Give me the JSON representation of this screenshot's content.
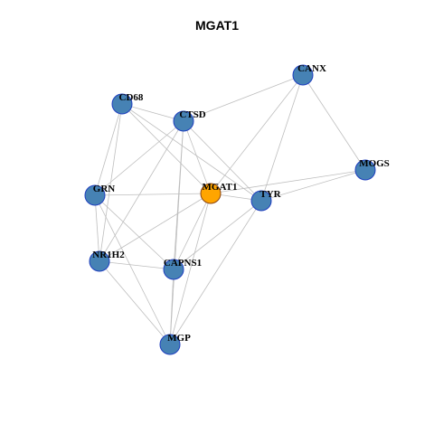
{
  "title": "MGAT1",
  "colors": {
    "node_fill": "#4682B4",
    "node_stroke": "#1F3FBF",
    "center_fill": "#FFA500",
    "center_stroke": "#8B4513",
    "edge": "#BEBEBE"
  },
  "nodes": [
    {
      "id": "CANX",
      "label": "CANX",
      "center": false
    },
    {
      "id": "CD68",
      "label": "CD68",
      "center": false
    },
    {
      "id": "CTSD",
      "label": "CTSD",
      "center": false
    },
    {
      "id": "MOGS",
      "label": "MOGS",
      "center": false
    },
    {
      "id": "GRN",
      "label": "GRN",
      "center": false
    },
    {
      "id": "MGAT1",
      "label": "MGAT1",
      "center": true
    },
    {
      "id": "TYR",
      "label": "TYR",
      "center": false
    },
    {
      "id": "NR1H2",
      "label": "NR1H2",
      "center": false
    },
    {
      "id": "CAPNS1",
      "label": "CAPNS1",
      "center": false
    },
    {
      "id": "MGP",
      "label": "MGP",
      "center": false
    }
  ],
  "edges": [
    [
      "CANX",
      "CTSD"
    ],
    [
      "CANX",
      "MOGS"
    ],
    [
      "CANX",
      "TYR"
    ],
    [
      "CANX",
      "MGAT1"
    ],
    [
      "CD68",
      "CTSD"
    ],
    [
      "CD68",
      "GRN"
    ],
    [
      "CD68",
      "NR1H2"
    ],
    [
      "CD68",
      "MGAT1"
    ],
    [
      "CD68",
      "TYR"
    ],
    [
      "CTSD",
      "GRN"
    ],
    [
      "CTSD",
      "NR1H2"
    ],
    [
      "CTSD",
      "MGAT1"
    ],
    [
      "CTSD",
      "TYR"
    ],
    [
      "CTSD",
      "CAPNS1"
    ],
    [
      "CTSD",
      "MGP"
    ],
    [
      "MOGS",
      "MGAT1"
    ],
    [
      "MOGS",
      "TYR"
    ],
    [
      "GRN",
      "MGAT1"
    ],
    [
      "GRN",
      "NR1H2"
    ],
    [
      "GRN",
      "CAPNS1"
    ],
    [
      "GRN",
      "MGP"
    ],
    [
      "MGAT1",
      "TYR"
    ],
    [
      "MGAT1",
      "NR1H2"
    ],
    [
      "MGAT1",
      "CAPNS1"
    ],
    [
      "MGAT1",
      "MGP"
    ],
    [
      "TYR",
      "CAPNS1"
    ],
    [
      "TYR",
      "MGP"
    ],
    [
      "NR1H2",
      "CAPNS1"
    ],
    [
      "NR1H2",
      "MGP"
    ],
    [
      "CAPNS1",
      "MGP"
    ]
  ]
}
